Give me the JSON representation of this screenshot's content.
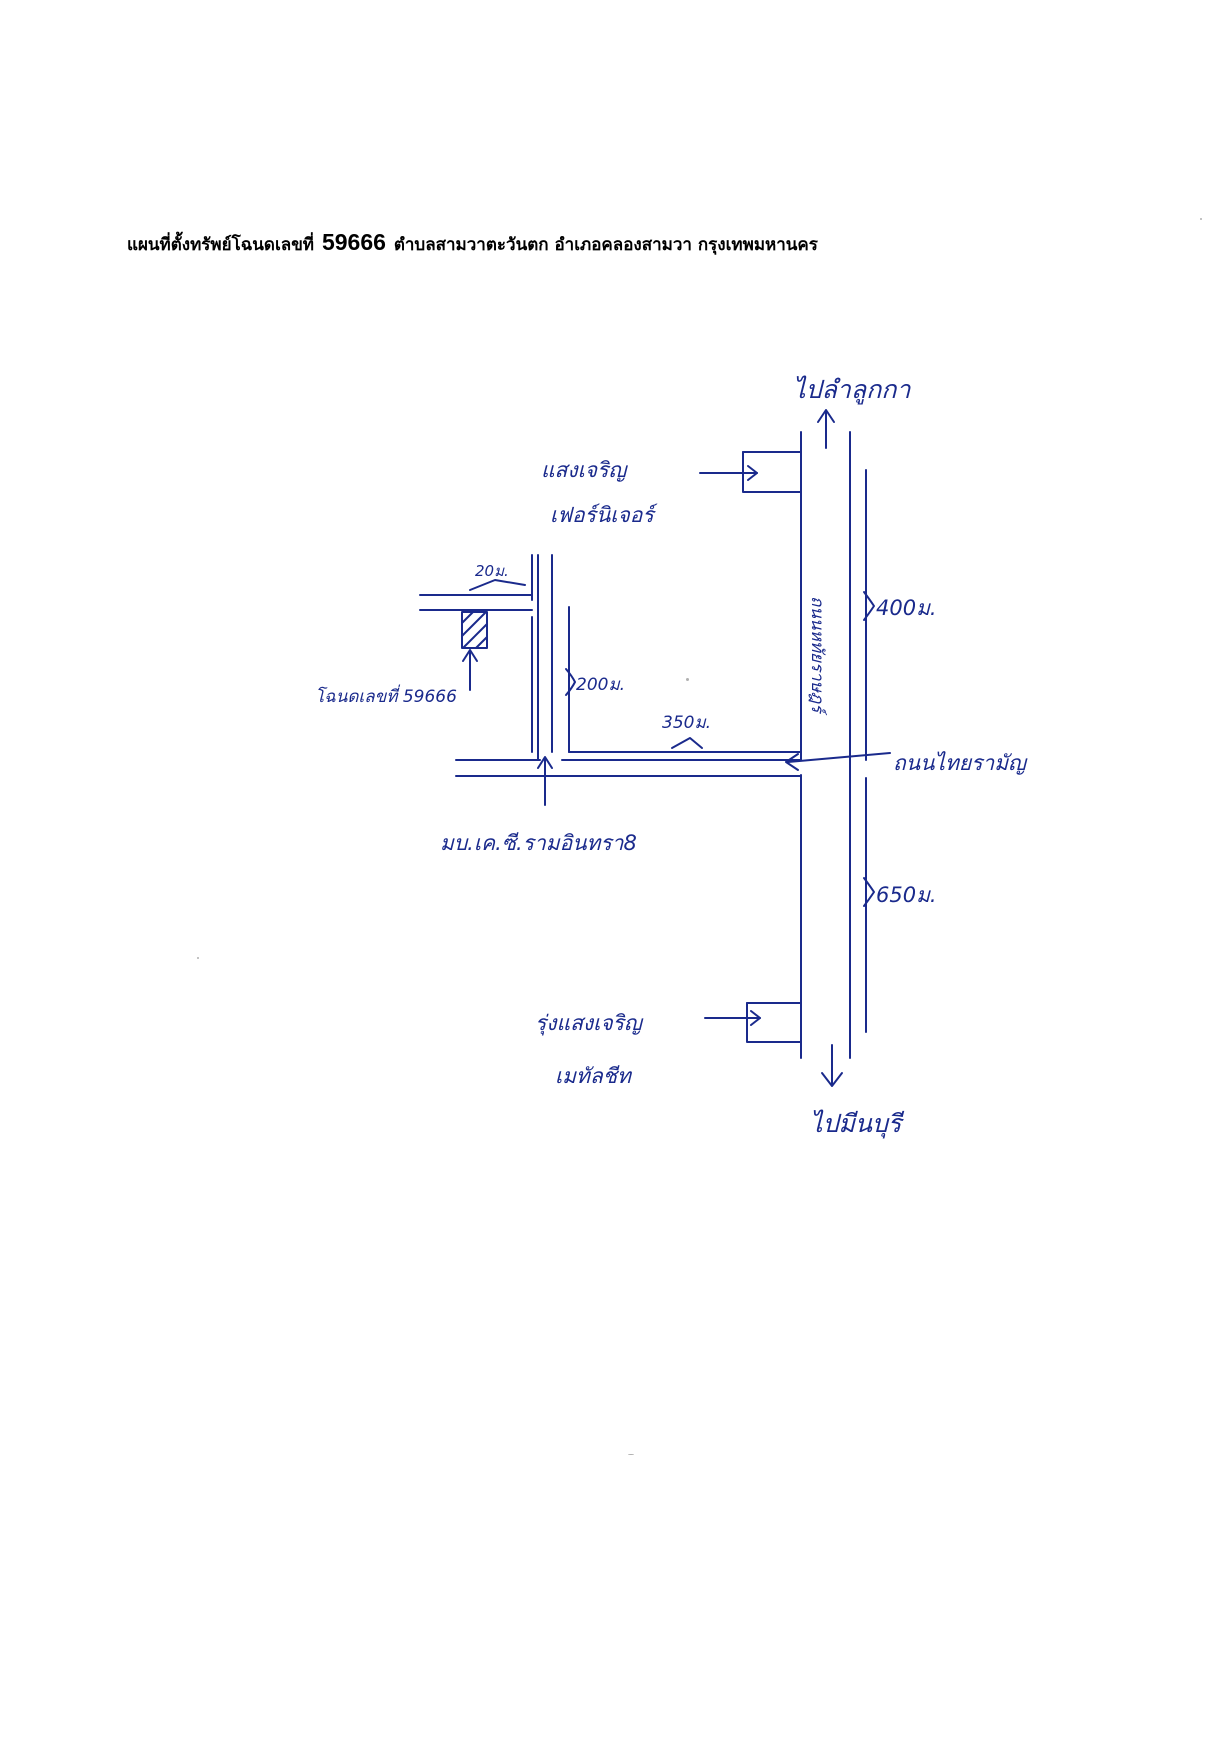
{
  "document": {
    "title_prefix": "แผนที่ตั้งทรัพย์โฉนดเลขที่",
    "deed_number": "59666",
    "title_suffix": "ตำบลสามวาตะวันตก อำเภอคลองสามวา กรุงเทพมหานคร"
  },
  "map": {
    "direction_north": "ไปลำลูกกา",
    "direction_south": "ไปมีนบุรี",
    "landmark_north_line1": "แสงเจริญ",
    "landmark_north_line2": "เฟอร์นิเจอร์",
    "landmark_south_line1": "รุ่งแสงเจริญ",
    "landmark_south_line2": "เมทัลชีท",
    "main_road_name": "ถนนหทัยราษฎร์",
    "side_road_name": "ถนนไทยรามัญ",
    "village_name": "มบ.เค.ซี.รามอินทรา8",
    "plot_label": "โฉนดเลขที่ 59666",
    "dist_north": "400ม.",
    "dist_south": "650ม.",
    "dist_soi_up": "200ม.",
    "dist_side": "350ม.",
    "dist_plot": "20ม."
  }
}
